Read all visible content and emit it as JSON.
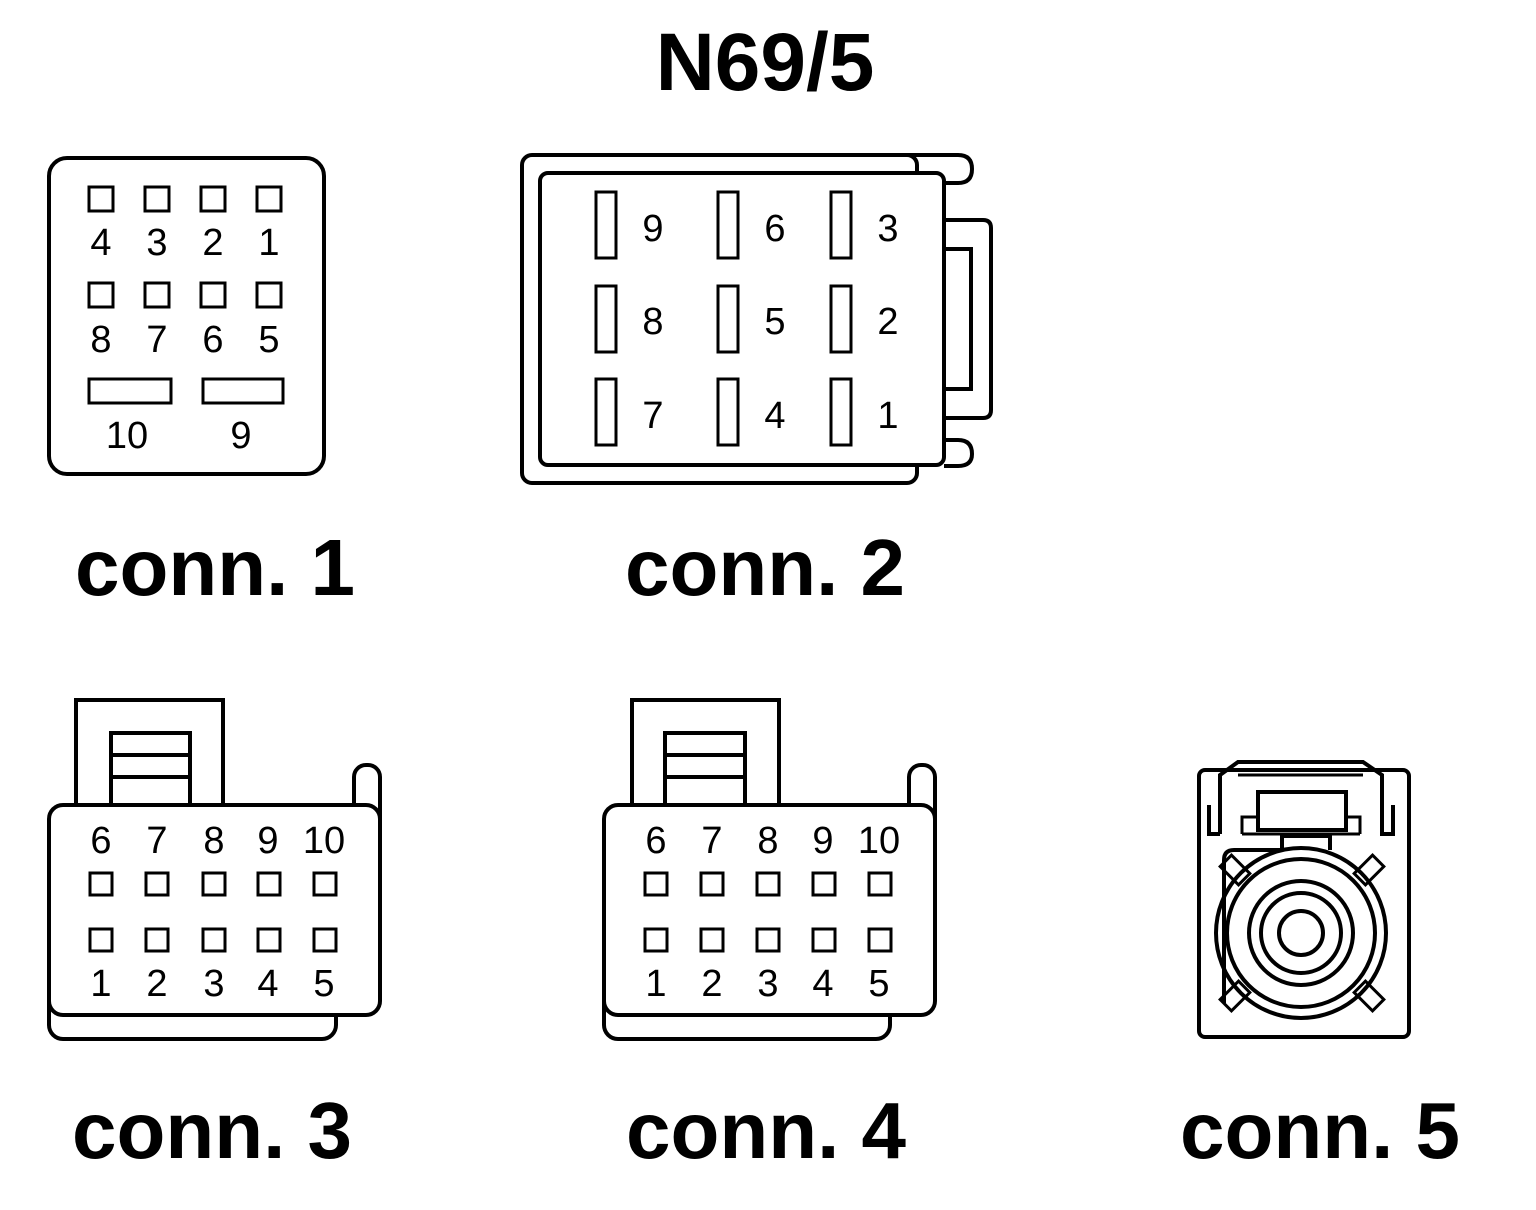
{
  "title": "N69/5",
  "connectors": {
    "c1": {
      "label": "conn. 1",
      "pins": [
        "1",
        "2",
        "3",
        "4",
        "5",
        "6",
        "7",
        "8",
        "9",
        "10"
      ]
    },
    "c2": {
      "label": "conn. 2",
      "pins": [
        "1",
        "2",
        "3",
        "4",
        "5",
        "6",
        "7",
        "8",
        "9"
      ]
    },
    "c3": {
      "label": "conn. 3",
      "pins": [
        "1",
        "2",
        "3",
        "4",
        "5",
        "6",
        "7",
        "8",
        "9",
        "10"
      ]
    },
    "c4": {
      "label": "conn. 4",
      "pins": [
        "1",
        "2",
        "3",
        "4",
        "5",
        "6",
        "7",
        "8",
        "9",
        "10"
      ]
    },
    "c5": {
      "label": "conn. 5"
    }
  }
}
